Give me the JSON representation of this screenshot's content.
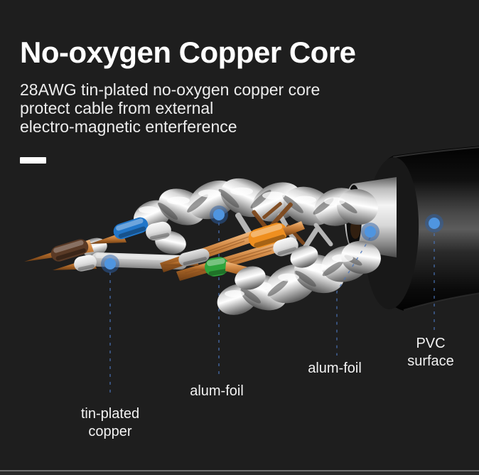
{
  "header": {
    "title": "No-oxygen Copper Core",
    "description_lines": [
      "28AWG tin-plated no-oxygen copper core",
      "protect cable from external",
      "electro-magnetic enterference"
    ]
  },
  "diagram": {
    "subject": "ethernet cable cutaway",
    "marker_color": "#4f95e0",
    "marker_halo_color": "#2b5fa6",
    "line_color": "#4a74b8",
    "wire_band_colors": {
      "blue": "#2176c9",
      "brown": "#5a3a26",
      "orange": "#ef8f1f",
      "green": "#2ea43c"
    },
    "callouts": [
      {
        "id": "tin-plated-copper",
        "lines": [
          "tin-plated",
          "copper"
        ]
      },
      {
        "id": "alum-foil-inner",
        "lines": [
          "alum-foil",
          ""
        ]
      },
      {
        "id": "alum-foil-outer",
        "lines": [
          "alum-foil",
          ""
        ]
      },
      {
        "id": "pvc-surface",
        "lines": [
          "PVC",
          "surface"
        ]
      }
    ]
  }
}
